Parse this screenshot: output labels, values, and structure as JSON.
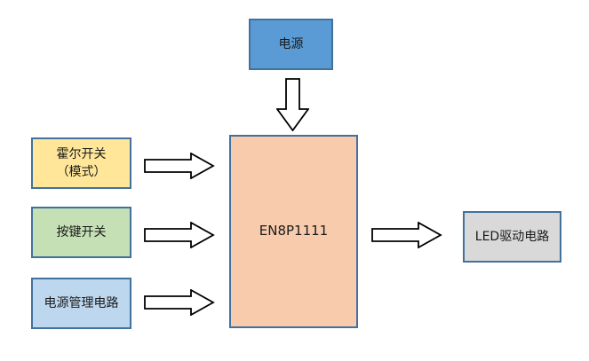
{
  "blocks": {
    "power": {
      "label": "电源",
      "fill": "#5B9BD5"
    },
    "hall": {
      "label_line1": "霍尔开关",
      "label_line2": "（模式）",
      "fill": "#FFE699"
    },
    "button": {
      "label": "按键开关",
      "fill": "#C5E0B4"
    },
    "power_mgmt": {
      "label": "电源管理电路",
      "fill": "#BDD7EE"
    },
    "mcu": {
      "label": "EN8P1111",
      "fill": "#F8CBAD"
    },
    "led": {
      "label": "LED驱动电路",
      "fill": "#D9D9D9"
    }
  },
  "style": {
    "block_border_color": "#41719C",
    "arrow_fill": "#FFFFFF",
    "arrow_outline": "#000000",
    "background": "#FFFFFF"
  },
  "connections": [
    {
      "from": "power",
      "to": "mcu",
      "direction": "down"
    },
    {
      "from": "hall",
      "to": "mcu",
      "direction": "right"
    },
    {
      "from": "button",
      "to": "mcu",
      "direction": "right"
    },
    {
      "from": "power_mgmt",
      "to": "mcu",
      "direction": "right"
    },
    {
      "from": "mcu",
      "to": "led",
      "direction": "right"
    }
  ]
}
